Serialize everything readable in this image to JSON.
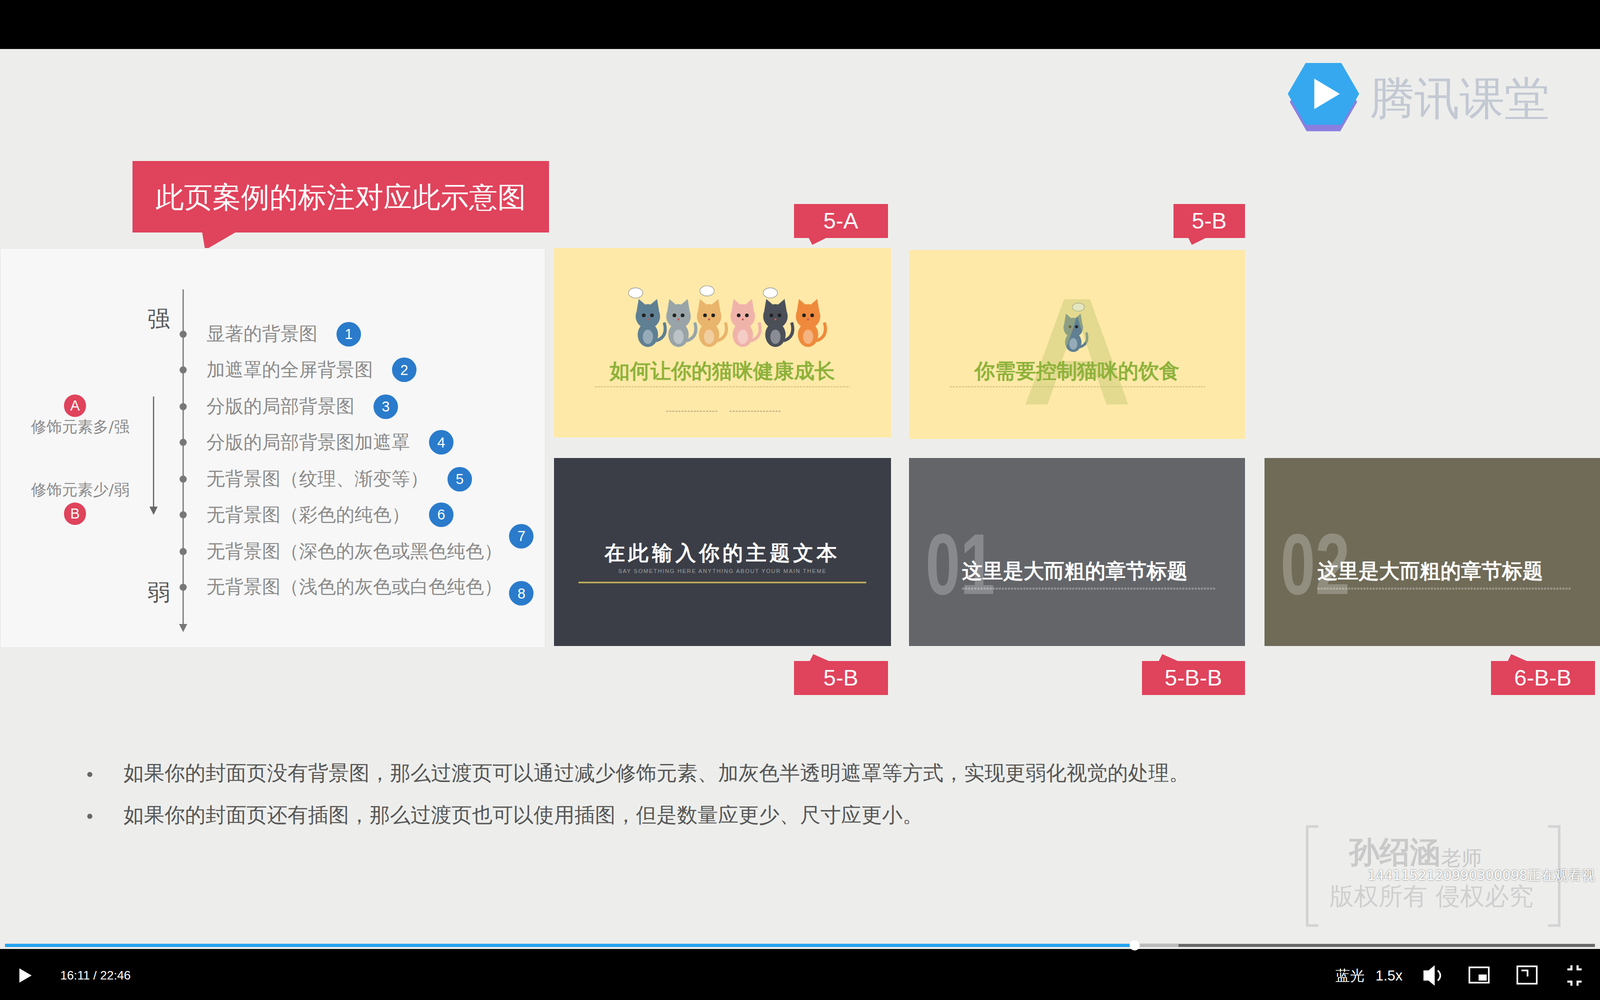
{
  "diagram": {
    "nodes": [
      {
        "text": [
          "此页案例的标注对应此示意图"
        ]
      },
      {
        "text": [
          "强",
          "显著的背景图",
          "加遮罩的全屏背景图",
          "分版的局部背景图",
          "分版的局部背景图加遮罩",
          "无背景图（纹理、渐变等）",
          "无背景图（彩色的纯色）",
          "无背景图（深色的灰色或黑色纯色）",
          "无背景图（浅色的灰色或白色纯色）",
          "修饰元素多/强",
          "修饰元素少/弱",
          "弱"
        ]
      },
      {
        "text": [
          "1"
        ],
        "in": 1
      },
      {
        "text": [
          "2"
        ],
        "in": 1
      },
      {
        "text": [
          "3"
        ],
        "in": 1
      },
      {
        "text": [
          "4"
        ],
        "in": 1
      },
      {
        "text": [
          "5"
        ],
        "in": 1
      },
      {
        "text": [
          "6"
        ],
        "in": 1
      },
      {
        "text": [
          "7"
        ],
        "in": 1
      },
      {
        "text": [
          "8"
        ],
        "in": 1
      },
      {
        "text": [
          "A"
        ],
        "in": 1
      },
      {
        "text": [
          "B"
        ],
        "in": 1
      },
      {
        "text": [
          "5-A"
        ]
      },
      {
        "text": [
          "5-B"
        ]
      },
      {
        "text": [
          "如何让你的猫咪健康成长"
        ]
      },
      {
        "text": [
          "A",
          "你需要控制猫咪的饮食"
        ]
      },
      {
        "text": [
          "在此输入你的主题文本",
          "SAY SOMETHING HERE ANYTHING ABOUT YOUR MAIN THEME"
        ]
      },
      {
        "text": [
          "01",
          "这里是大而粗的章节标题"
        ]
      },
      {
        "text": [
          "02",
          "这里是大而粗的章节标题"
        ]
      },
      {
        "text": [
          "5-B"
        ]
      },
      {
        "text": [
          "5-B-B"
        ]
      },
      {
        "text": [
          "6-B-B"
        ]
      }
    ],
    "labels": [
      "腾讯课堂",
      "如果你的封面页没有背景图，那么过渡页可以通过减少修饰元素、加灰色半透明遮罩等方式，实现更弱化视觉的处理。",
      "如果你的封面页还有插图，那么过渡页也可以使用插图，但是数量应更少、尺寸应更小。",
      "孙绍涵",
      "老师",
      "版权所有 侵权必究",
      "1441152120990300098正在观看视",
      "16:11 / 22:46",
      "蓝光",
      "1.5x"
    ]
  }
}
